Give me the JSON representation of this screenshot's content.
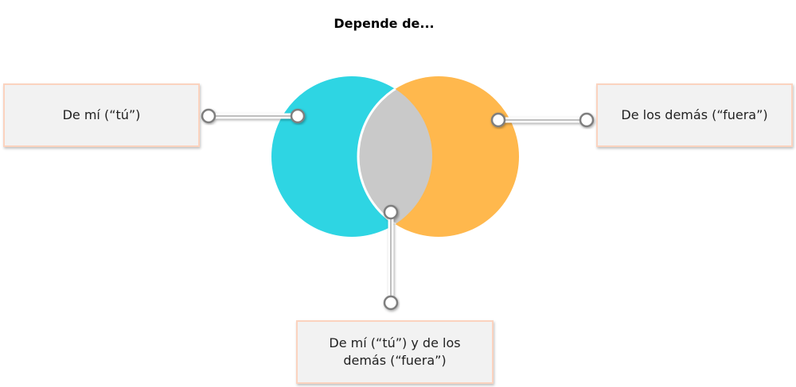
{
  "title": "Depende de...",
  "labels": {
    "left": "De mí (“tú”)",
    "right": "De los demás (“fuera”)",
    "bottom": "De mí (“tú”) y de los demás (“fuera”)"
  },
  "colors": {
    "left_circle": "#2ed5e3",
    "right_circle": "#ffb84d",
    "intersection": "#c9c9c9",
    "box_fill": "#f2f2f2",
    "box_border": "#fbd3bf"
  }
}
